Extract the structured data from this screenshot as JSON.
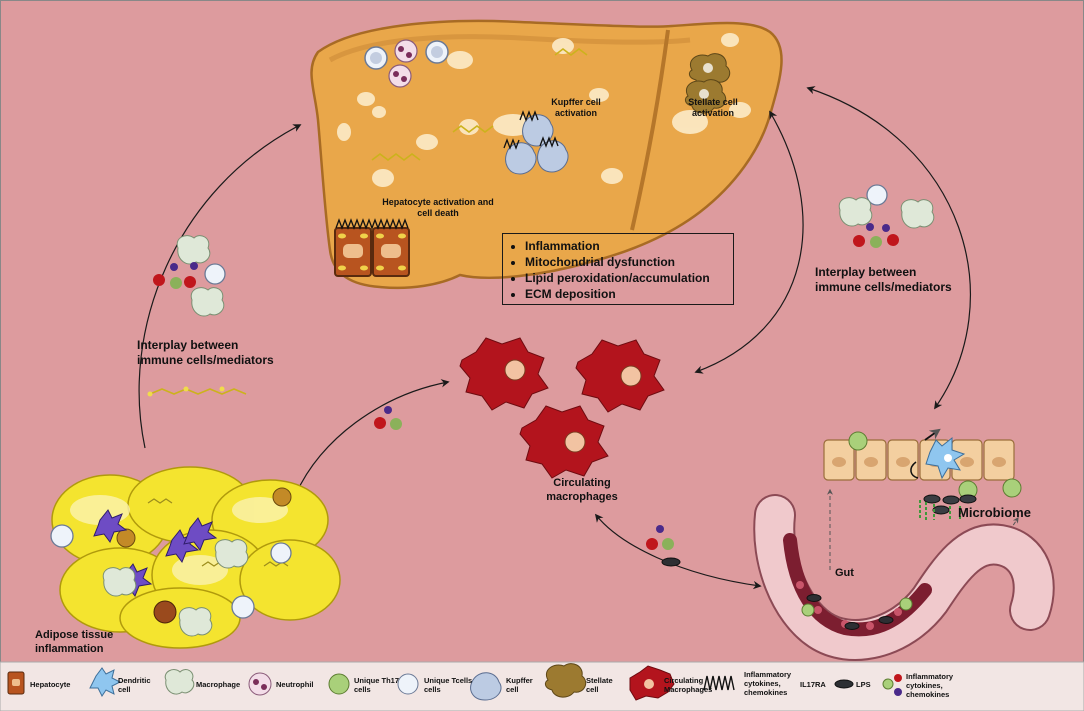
{
  "labels": {
    "kupffer_activation": [
      "Kupffer cell",
      "activation"
    ],
    "stellate_activation": [
      "Stellate cell",
      "activation"
    ],
    "hepatocyte_activation": [
      "Hepatocyte activation and",
      "cell death"
    ],
    "interplay_left": [
      "Interplay between",
      "immune cells/mediators"
    ],
    "interplay_right": [
      "Interplay between",
      "immune cells/mediators"
    ],
    "circulating_macrophages": [
      "Circulating",
      "macrophages"
    ],
    "adipose": [
      "Adipose tissue",
      "inflammation"
    ],
    "microbiome": "Microbiome",
    "gut": "Gut"
  },
  "effects": [
    "Inflammation",
    "Mitochondrial dysfunction",
    "Lipid peroxidation/accumulation",
    "ECM deposition"
  ],
  "legend": [
    {
      "label": [
        "Hepatocyte"
      ],
      "icon": "hepatocyte-icon"
    },
    {
      "label": [
        "Dendritic",
        "cell"
      ],
      "icon": "dendritic-cell-icon"
    },
    {
      "label": [
        "Macrophage"
      ],
      "icon": "macrophage-icon"
    },
    {
      "label": [
        "Neutrophil"
      ],
      "icon": "neutrophil-icon"
    },
    {
      "label": [
        "Unique Th17",
        "cells"
      ],
      "icon": "th17-cell-icon"
    },
    {
      "label": [
        "Unique Tcells",
        "cells"
      ],
      "icon": "t-cell-icon"
    },
    {
      "label": [
        "Kupffer",
        "cell"
      ],
      "icon": "kupffer-cell-icon"
    },
    {
      "label": [
        "Stellate",
        "cell"
      ],
      "icon": "stellate-cell-icon"
    },
    {
      "label": [
        "Circulating",
        "Macrophages"
      ],
      "icon": "circulating-macrophage-icon"
    },
    {
      "label": [
        "Inflammatory",
        "cytokines,",
        "chemokines"
      ],
      "icon": "cytokine-squiggle-icon"
    },
    {
      "label": [
        "IL17RA"
      ],
      "icon": "il17ra-icon"
    },
    {
      "label": [
        "LPS"
      ],
      "icon": "lps-icon"
    },
    {
      "label": [
        "Inflammatory",
        "cytokines,",
        "chemokines"
      ],
      "icon": "cytokine-dots-icon"
    }
  ],
  "colors": {
    "background": "#dd9b9e",
    "liver": "#e9a74a",
    "liver_edge": "#b5762a",
    "adipocyte": "#f4e42f",
    "macrophage_red": "#b3141d",
    "gut": "#f0c9cc",
    "epithelium": "#f3cfa0",
    "legend_bg": "#f2e6e4"
  }
}
